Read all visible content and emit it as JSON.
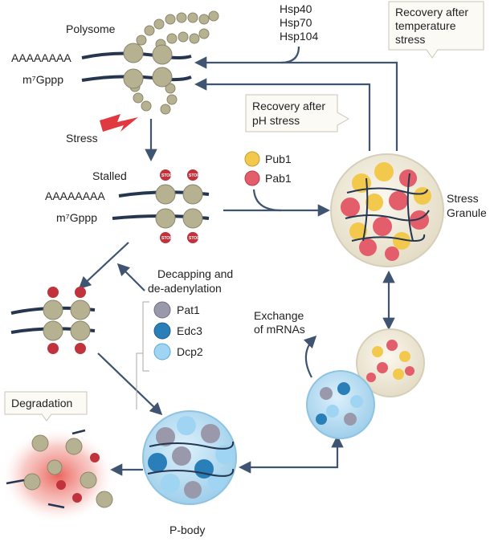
{
  "colors": {
    "arrow": "#3e5470",
    "ribosome": "#b6b191",
    "rna": "#26364f",
    "stop": "#c0323c",
    "pub1": "#f2c94c",
    "pab1": "#e35d6a",
    "pat1": "#9a98ab",
    "edc3": "#2a7fb8",
    "dcp2": "#9fd4f2",
    "stress_granule_bg": "#efeadd",
    "pbody_bg": "#b9def3",
    "degradation_glow": "#e8483f"
  },
  "labels": {
    "polysome": "Polysome",
    "polyA_top": "AAAAAAAA",
    "cap_top": "m⁷Gppp",
    "stress": "Stress",
    "stalled": "Stalled",
    "polyA_stalled": "AAAAAAAA",
    "cap_stalled": "m⁷Gppp",
    "stop": "STOP",
    "chaperone_1": "Hsp40",
    "chaperone_2": "Hsp70",
    "chaperone_3": "Hsp104",
    "recovery_temp_1": "Recovery after",
    "recovery_temp_2": "temperature",
    "recovery_temp_3": "stress",
    "recovery_ph_1": "Recovery after",
    "recovery_ph_2": "pH stress",
    "pub1": "Pub1",
    "pab1": "Pab1",
    "stress_granule_1": "Stress",
    "stress_granule_2": "Granule",
    "decap_1": "Decapping and",
    "decap_2": "de-adenylation",
    "pat1": "Pat1",
    "edc3": "Edc3",
    "dcp2": "Dcp2",
    "exchange_1": "Exchange",
    "exchange_2": "of mRNAs",
    "degradation": "Degradation",
    "pbody": "P-body"
  }
}
